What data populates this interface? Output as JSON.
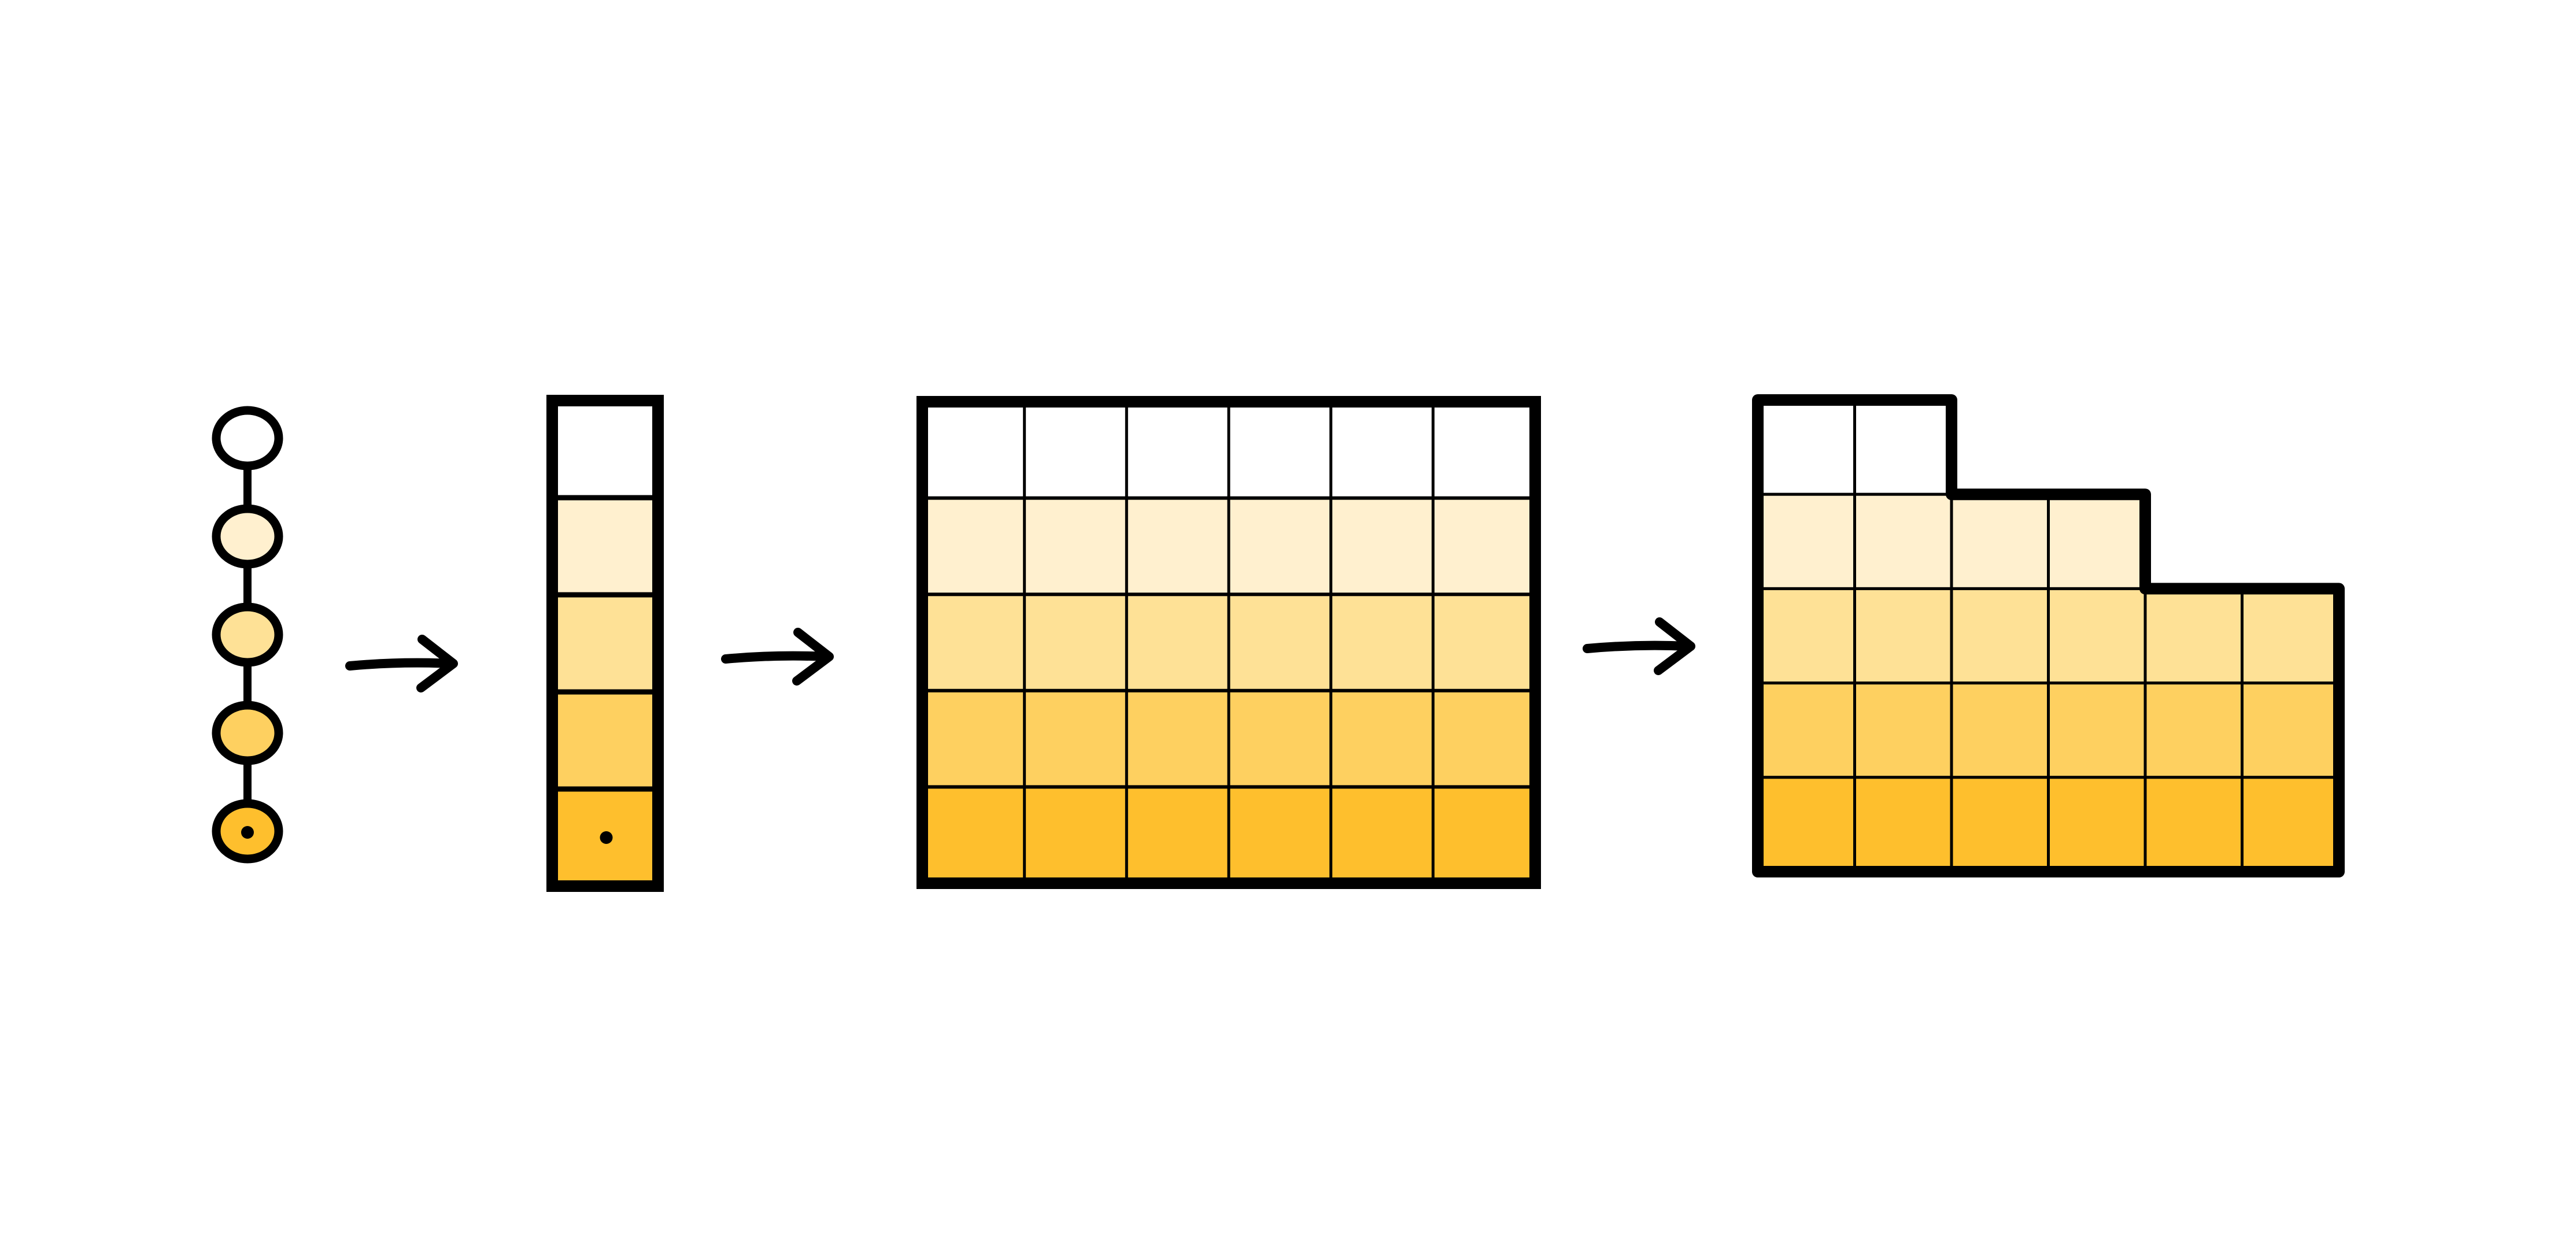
{
  "diagram": {
    "shading": {
      "outline": "#000000",
      "background": "#ffffff",
      "levels": [
        "#ffffff",
        "#fff0cf",
        "#fee196",
        "#fed060",
        "#febf2d"
      ]
    },
    "chain": {
      "node_count": 5,
      "marked_node": 4
    },
    "column": {
      "cell_count": 5,
      "marked_cell": 4
    },
    "grid": {
      "rows": 5,
      "cols": 6
    },
    "staircase": {
      "cols": 6,
      "column_row_starts": [
        0,
        0,
        1,
        1,
        2,
        2
      ],
      "rows": 5
    },
    "arrows": {
      "count": 3,
      "icon": "right-arrow-icon"
    }
  }
}
